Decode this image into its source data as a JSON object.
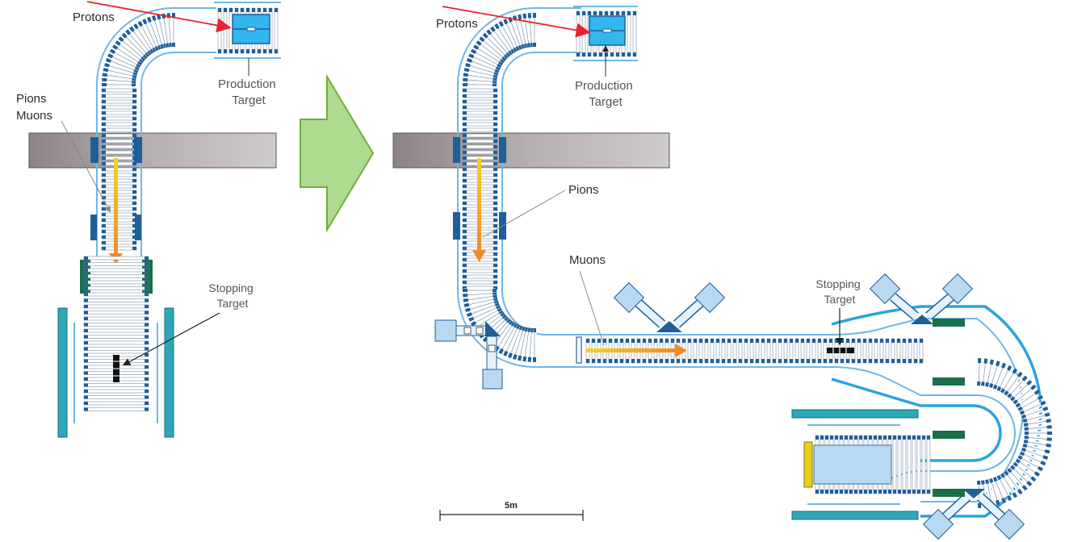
{
  "left": {
    "protons": "Protons",
    "production_target": [
      "Production",
      "Target"
    ],
    "pions_muons": [
      "Pions",
      "Muons"
    ],
    "stopping_target": [
      "Stopping",
      "Target"
    ]
  },
  "right": {
    "protons": "Protons",
    "production_target": [
      "Production",
      "Target"
    ],
    "pions": "Pions",
    "muons": "Muons",
    "stopping_target": [
      "Stopping",
      "Target"
    ]
  },
  "scale_bar": "5m",
  "colors": {
    "coil_dark": "#1f5f99",
    "pipe": "#6fb7e6",
    "shield": "#2ea7b8",
    "green_coil": "#1a6e4a",
    "target_fill": "#33b5ee",
    "arrow": "#94d27a",
    "proton": "#e8232a",
    "beam_orange": "#f08a2c",
    "beam_yellow": "#f6d420",
    "detector": "#b9d8f2",
    "calorimeter": "#e8cf1c"
  }
}
